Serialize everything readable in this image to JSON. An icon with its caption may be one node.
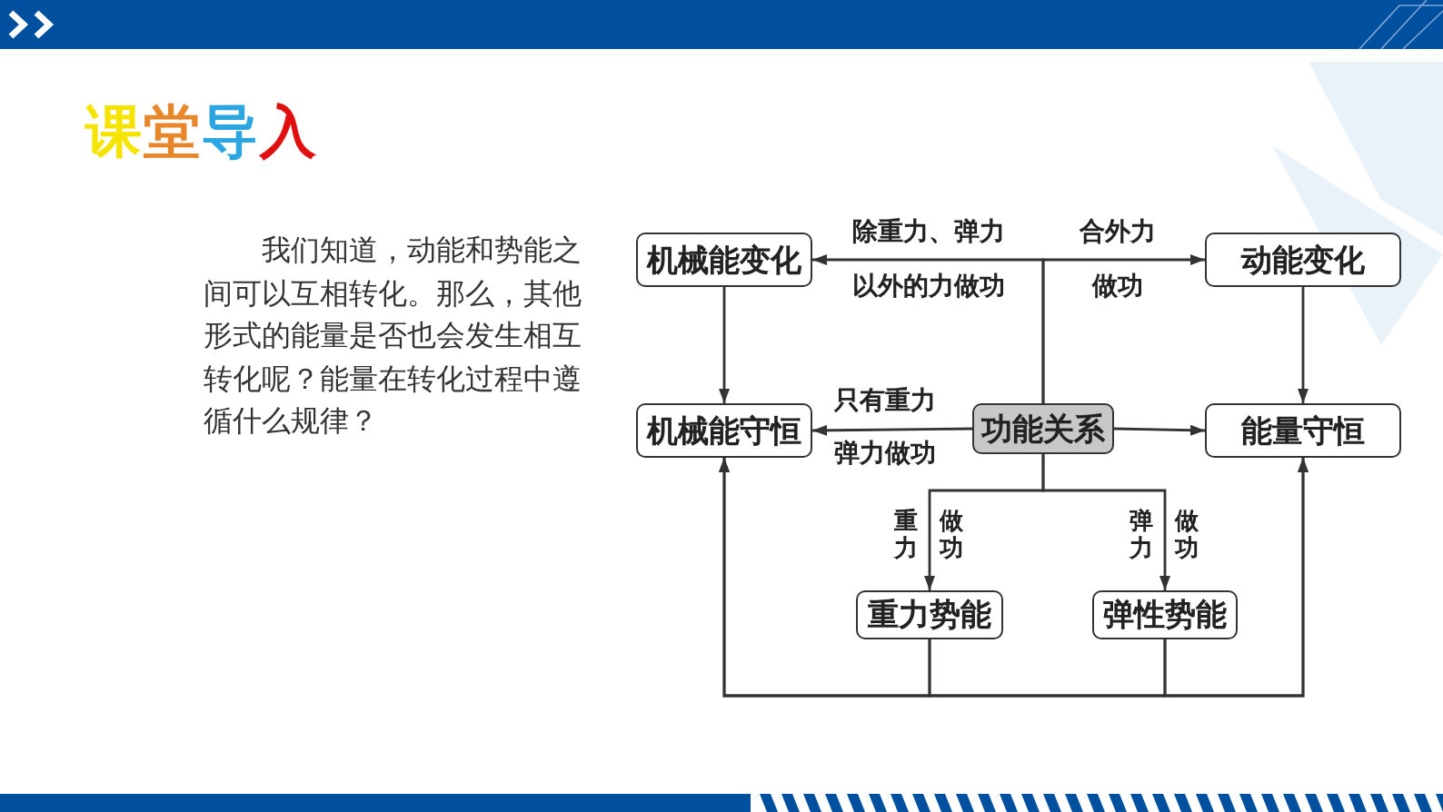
{
  "diagram": {
    "title": "课堂导入",
    "nodes": [
      {
        "text": [
          "机械能变化"
        ]
      },
      {
        "text": [
          "动能变化"
        ]
      },
      {
        "text": [
          "机械能守恒"
        ]
      },
      {
        "text": [
          "功能关系"
        ]
      },
      {
        "text": [
          "能量守恒"
        ]
      },
      {
        "text": [
          "重力势能"
        ]
      },
      {
        "text": [
          "弹性势能"
        ]
      }
    ],
    "edges": [
      {
        "from": 3,
        "to": 0,
        "arrow": "to",
        "label": "除重力、弹力以外的力做功"
      },
      {
        "from": 3,
        "to": 1,
        "arrow": "to",
        "label": "合外力做功"
      },
      {
        "from": 0,
        "to": 2,
        "arrow": "to"
      },
      {
        "from": 1,
        "to": 4,
        "arrow": "to"
      },
      {
        "from": 3,
        "to": 2,
        "arrow": "to",
        "label": "只有重力弹力做功"
      },
      {
        "from": 3,
        "to": 4,
        "arrow": "to"
      },
      {
        "from": 3,
        "to": 5,
        "arrow": "to",
        "label": "重力做功"
      },
      {
        "from": 3,
        "to": 6,
        "arrow": "to",
        "label": "弹力做功"
      },
      {
        "from": 5,
        "to": 2,
        "arrow": "to"
      },
      {
        "from": 5,
        "to": 4,
        "arrow": "to"
      },
      {
        "from": 6,
        "to": 2,
        "arrow": "to"
      },
      {
        "from": 6,
        "to": 4,
        "arrow": "to"
      }
    ],
    "labels": [
      "我们知道，动能和势能之间可以互相转化。那么，其他形式的能量是否也会发生相互转化呢？能量在转化过程中遵循什么规律？"
    ]
  }
}
